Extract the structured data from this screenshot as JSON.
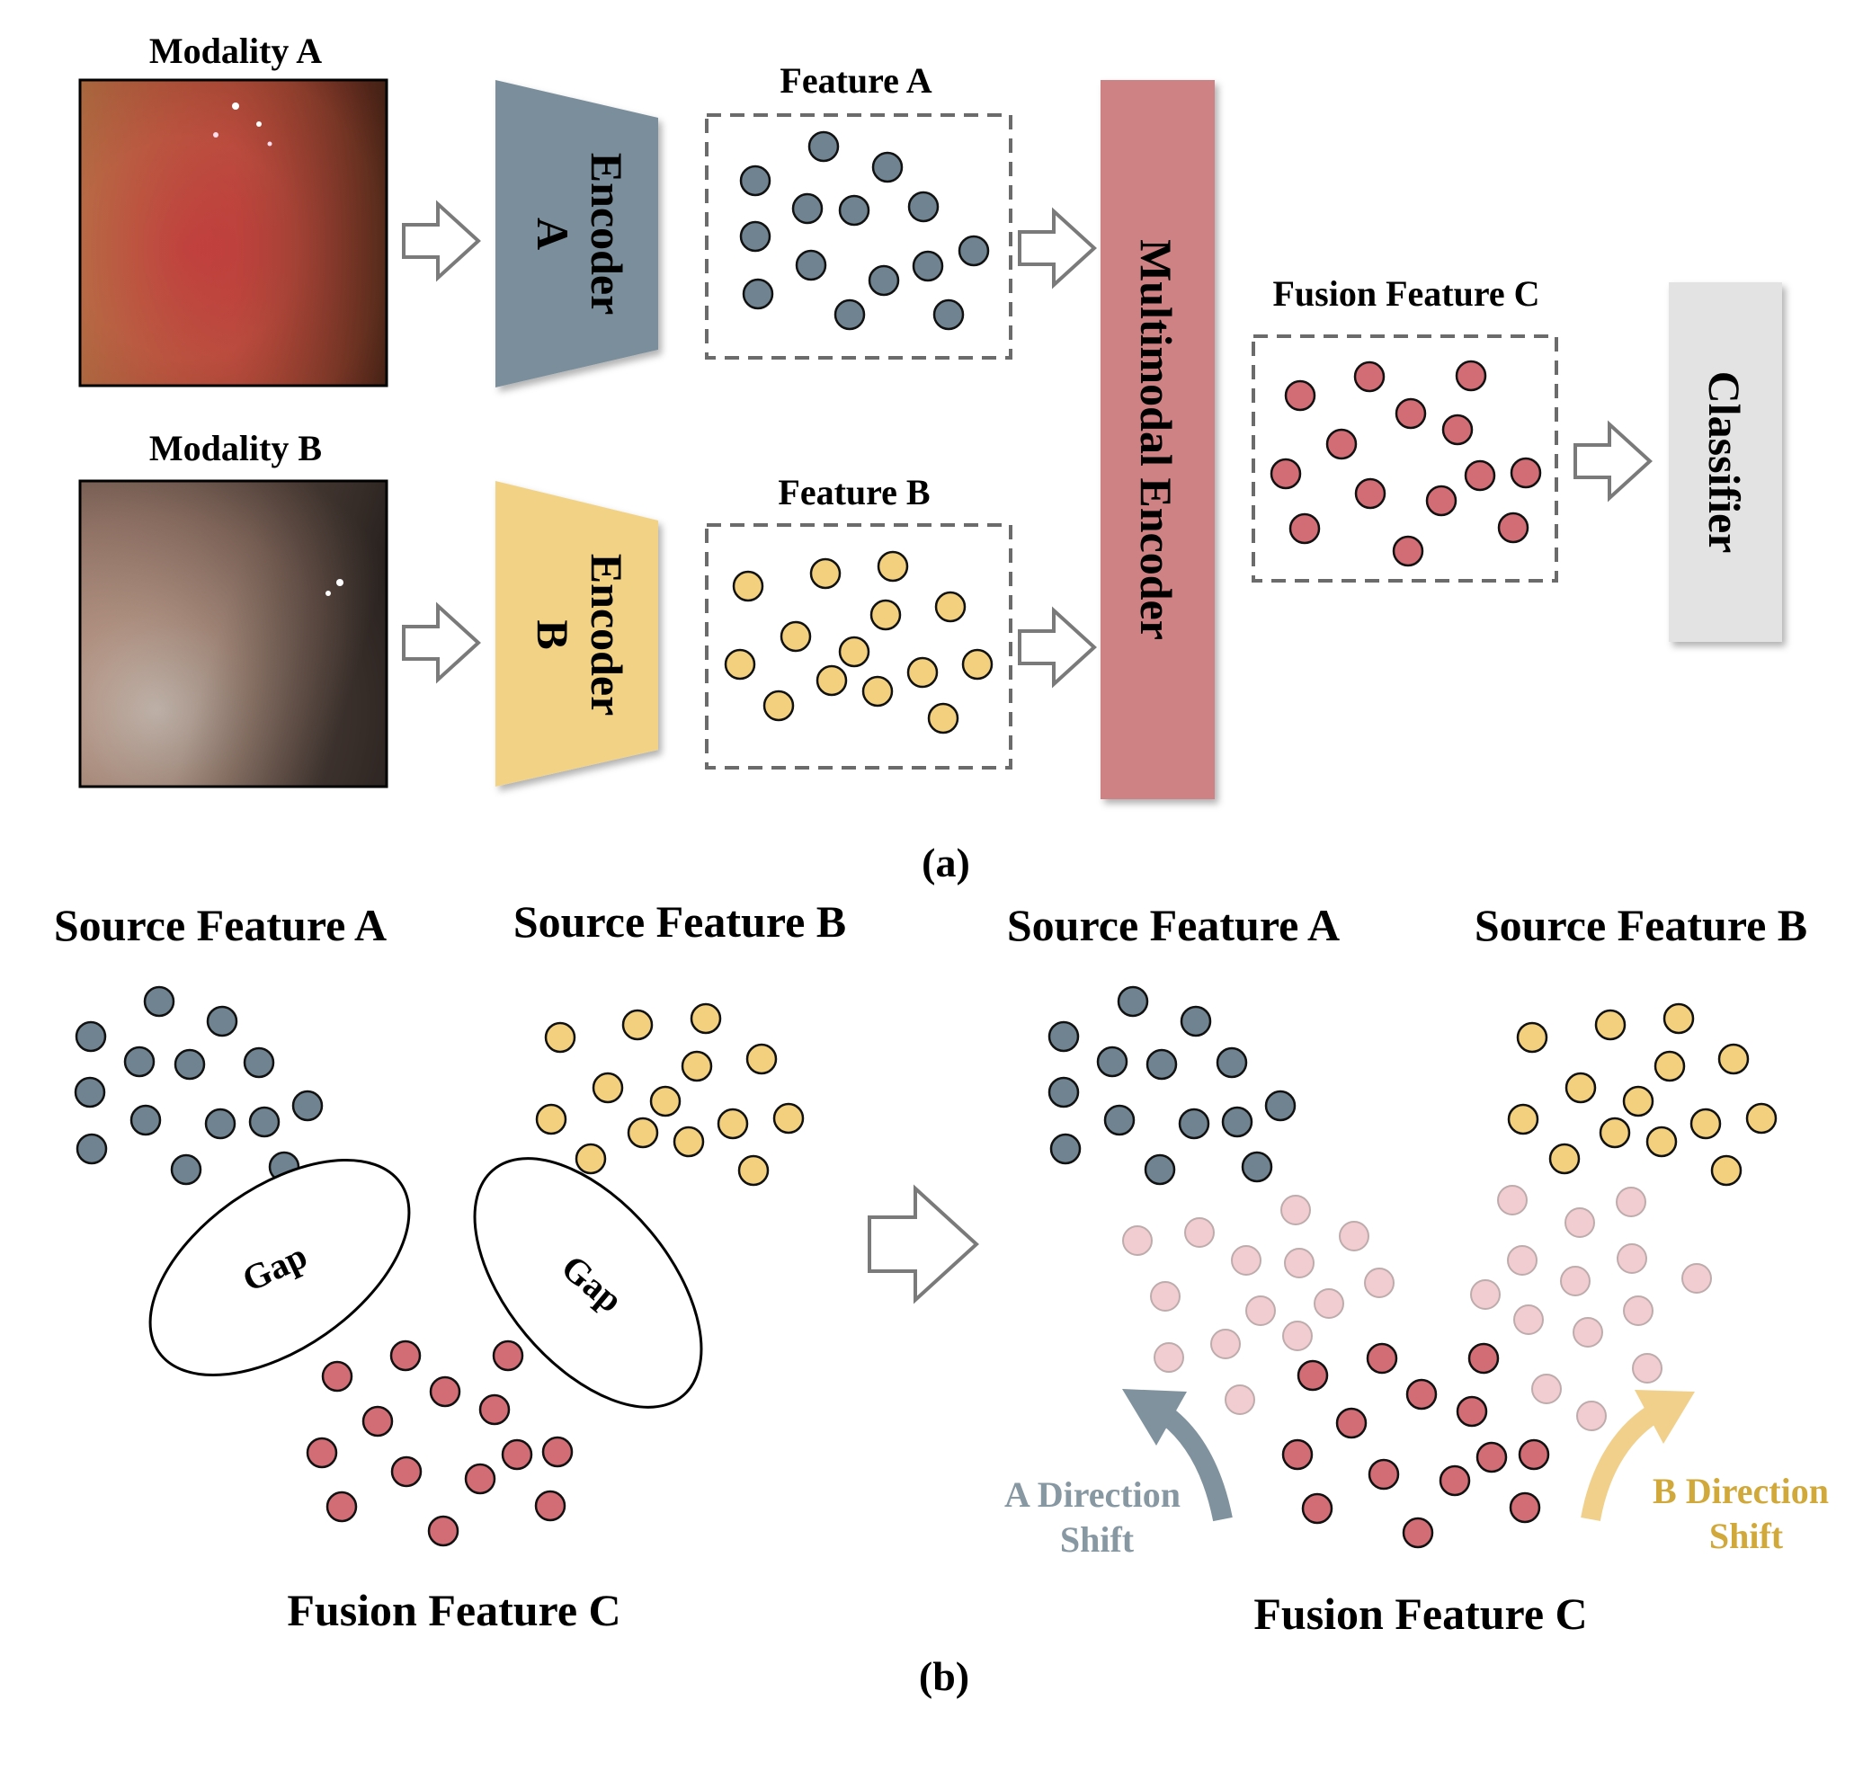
{
  "panel_a": {
    "modality_a": {
      "label": "Modality A"
    },
    "modality_b": {
      "label": "Modality B"
    },
    "encoder_a": {
      "line1": "Encoder",
      "line2": "A",
      "color": "#7a8f9b"
    },
    "encoder_b": {
      "line1": "Encoder",
      "line2": "B",
      "color": "#f2d285"
    },
    "feature_a": {
      "label": "Feature A"
    },
    "feature_b": {
      "label": "Feature B"
    },
    "multimodal_encoder": {
      "label": "Multimodal Encoder",
      "color": "#cf8283"
    },
    "fusion_feature": {
      "label": "Fusion Feature C"
    },
    "classifier": {
      "label": "Classifier",
      "color": "#e3e3e3"
    },
    "caption": "(a)"
  },
  "panel_b": {
    "left": {
      "source_a": "Source Feature A",
      "source_b": "Source Feature B",
      "gap_left": "Gap",
      "gap_right": "Gap",
      "fusion": "Fusion Feature C"
    },
    "right": {
      "source_a": "Source Feature A",
      "source_b": "Source Feature B",
      "shift_a_line1": "A Direction",
      "shift_a_line2": "Shift",
      "shift_b_line1": "B Direction",
      "shift_b_line2": "Shift",
      "fusion": "Fusion Feature C"
    },
    "caption": "(b)"
  },
  "colors": {
    "feature_a_dot": "#6f8490",
    "feature_b_dot": "#f2d07e",
    "fusion_dot": "#d26c75",
    "shifted_dot": "#e6a4aa",
    "shift_a_arrow": "#7f929d",
    "shift_b_arrow": "#f0d08a",
    "shift_a_text": "#8798a3",
    "shift_b_text": "#d1a93b"
  },
  "icons": [
    "right-arrow-icon",
    "curved-arrow-icon"
  ]
}
